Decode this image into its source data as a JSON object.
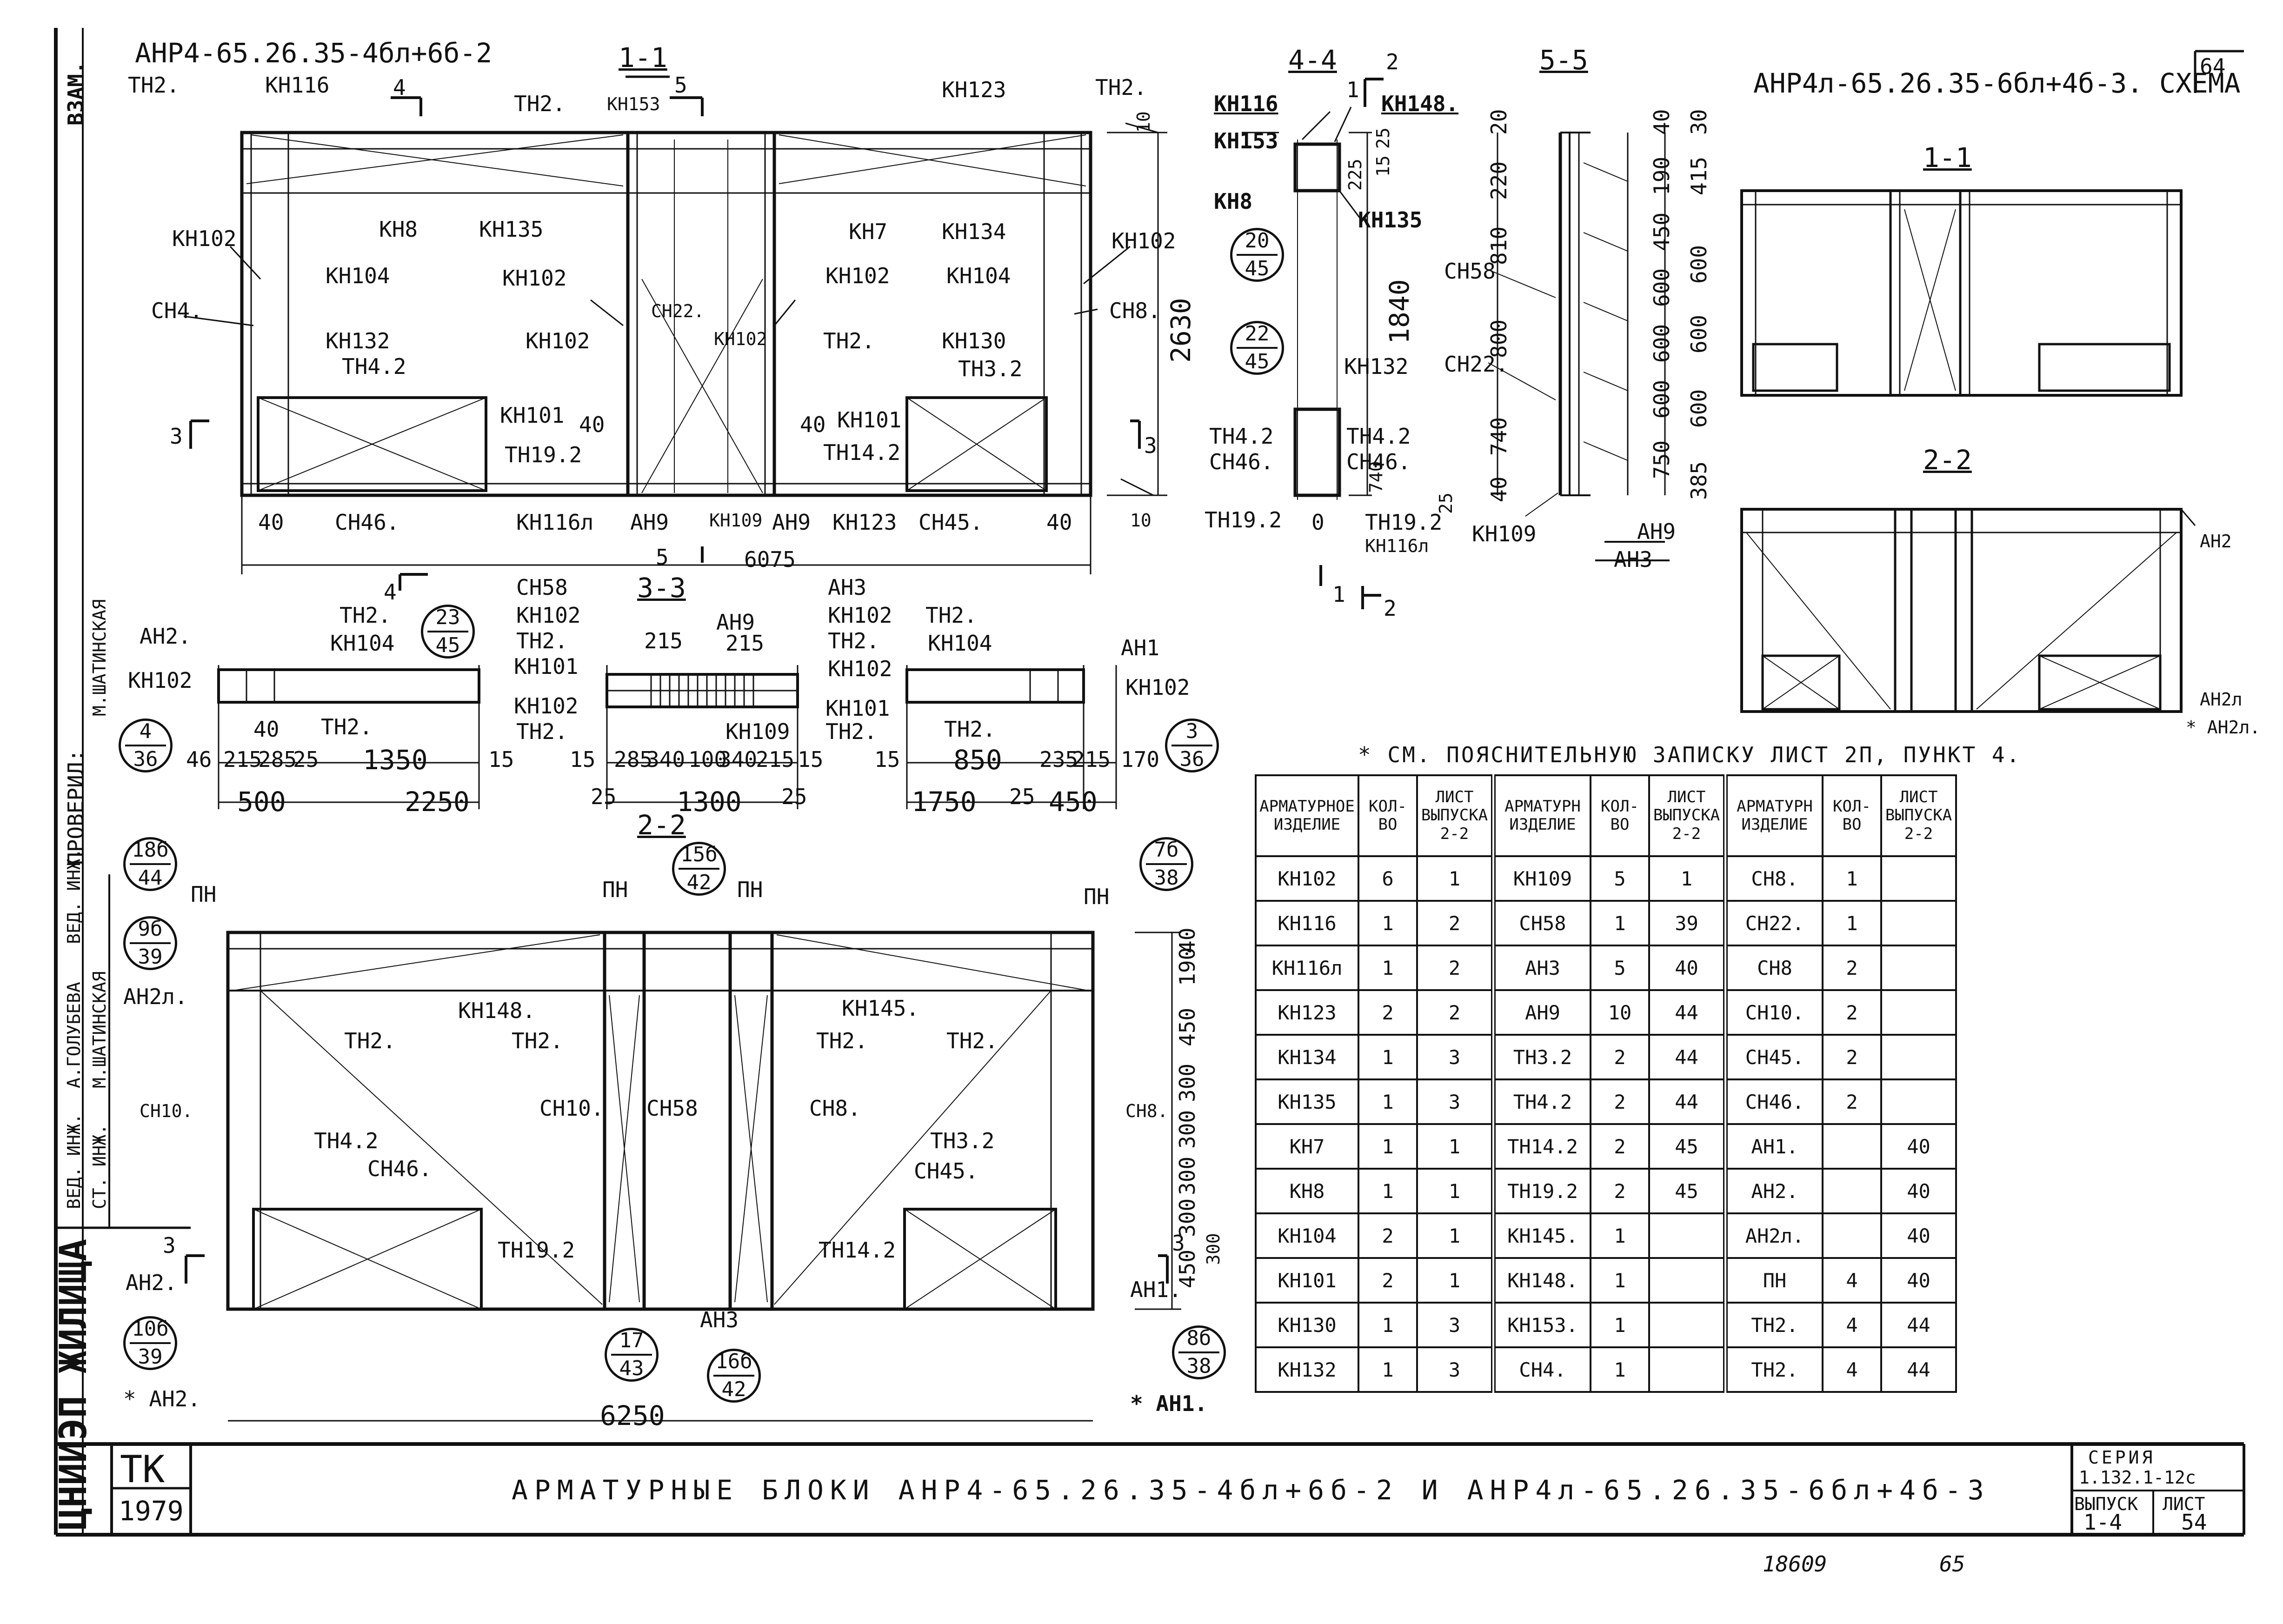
{
  "sheet_title": "АРМАТУРНЫЕ БЛОКИ АНР4-65.26.35-4бл+6б-2 И АНР4л-65.26.35-6бл+4б-3",
  "sheet_no_top": "64",
  "stamp": {
    "org": "ТК",
    "year": "1979",
    "org_vertical": "ЦНИИЭП ЖИЛИЩА",
    "series_label": "СЕРИЯ",
    "series": "1.132.1-12с",
    "issue_label": "ВЫПУСК",
    "issue": "1-4",
    "sheet_label": "ЛИСТ",
    "sheet": "54"
  },
  "side_labels": [
    "ВЗАМ.",
    "ПРОВЕРИЛ:",
    "М.ШАТИНСКАЯ",
    "ВЕД. ИНЖ.",
    "А.ГОЛУБЕВА",
    "М.ШАТИНСКАЯ",
    "ВЕД. ИНЖ.",
    "СТ. ИНЖ."
  ],
  "footer": {
    "left": "18609",
    "right": "65"
  },
  "views": {
    "block1_title": "АНР4-65.26.35-4бл+6б-2",
    "block2_title": "АНР4л-65.26.35-6бл+4б-3. СХЕМА",
    "sec11": "1-1",
    "sec22": "2-2",
    "sec33": "3-3",
    "sec44": "4-4",
    "sec55": "5-5",
    "sec11b": "1-1",
    "sec22b": "2-2",
    "sec22c": "2-2"
  },
  "note": "* СМ. ПОЯСНИТЕЛЬНУЮ ЗАПИСКУ ЛИСТ 2П, ПУНКТ 4.",
  "labels1": {
    "th2a": "ТН2.",
    "kn116": "КН116",
    "th2b": "ТН2.",
    "kn153": "КН153",
    "kn123": "КН123",
    "th2c": "ТН2.",
    "kn8": "КН8",
    "kn135": "КН135",
    "kn7": "КН7",
    "kn134": "КН134",
    "kn102a": "КН102",
    "kn104a": "КН104",
    "kn102b": "КН102",
    "kn102c": "КН102",
    "kn104b": "КН104",
    "kn102d": "КН102",
    "sn4": "СН4.",
    "sn22": "СН22.",
    "kn102e": "КН102",
    "sn8": "СН8.",
    "kn102f": "КН102",
    "kn132": "КН132",
    "th42": "ТН4.2",
    "th2d": "ТН2.",
    "kn130": "КН130",
    "th32": "ТН3.2",
    "kn101a": "КН101",
    "th192": "ТН19.2",
    "kn101b": "КН101",
    "th142": "ТН14.2",
    "sn46": "СН46.",
    "kn116l": "КН116л",
    "an9a": "АН9",
    "kn109": "КН109",
    "an9b": "АН9",
    "kn123b": "КН123",
    "sn45": "СН45.",
    "d40a": "40",
    "d40b": "40",
    "d40c": "40",
    "d40d": "40",
    "d40e": "40",
    "d10a": "10",
    "d10b": "10",
    "d6075": "6075",
    "d2630": "2630",
    "m5a": "5",
    "m5b": "5",
    "m4a": "4",
    "m4b": "4",
    "m3a": "3",
    "m3b": "3"
  },
  "labels44": {
    "kn116": "КН116",
    "kn148": "КН148.",
    "kn153": "КН153",
    "kn8": "КН8",
    "kn135": "КН135",
    "d225": "225",
    "d15": "15",
    "d25": "25",
    "d1840": "1840",
    "c1": "20",
    "c1b": "45",
    "c2": "22",
    "c2b": "45",
    "kn132": "КН132",
    "th42a": "ТН4.2",
    "th42b": "ТН4.2",
    "sn46a": "СН46.",
    "sn46b": "СН46.",
    "th192a": "ТН19.2",
    "th192b": "ТН19.2",
    "kn116l": "КН116л",
    "d740": "740",
    "d25b": "25",
    "d0": "0",
    "m1a": "1",
    "m2a": "2",
    "m1b": "1",
    "m2b": "2"
  },
  "labels55": {
    "d20": "20",
    "d220": "220",
    "d810": "810",
    "d800": "800",
    "d740": "740",
    "d40": "40",
    "r40": "40",
    "r190": "190",
    "r450": "450",
    "r600a": "600",
    "r600b": "600",
    "r600c": "600",
    "r750": "750",
    "rr30": "30",
    "rr415": "415",
    "rr600a": "600",
    "rr600b": "600",
    "rr600c": "600",
    "rr385": "385",
    "sn58": "СН58",
    "sn22": "СН22.",
    "kn109": "КН109",
    "an9": "АН9",
    "an3": "АН3"
  },
  "labels33": {
    "an2": "АН2.",
    "th2a": "ТН2.",
    "kn104a": "КН104",
    "kn102a": "КН102",
    "th2b": "ТН2.",
    "c23": "23",
    "c23b": "45",
    "c4": "4",
    "c4b": "36",
    "d46": "46",
    "d215a": "215",
    "d40": "40",
    "d285a": "285",
    "d25a": "25",
    "d1350": "1350",
    "d15a": "15",
    "d500": "500",
    "d2250": "2250",
    "sn58": "СН58",
    "kn102b": "КН102",
    "th2c": "ТН2.",
    "kn101a": "КН101",
    "kn102c": "КН102",
    "th2d": "ТН2.",
    "d215b": "215",
    "an9": "АН9",
    "d215c": "215",
    "an3": "АН3",
    "kn102d": "КН102",
    "th2e": "ТН2.",
    "kn102e": "КН102",
    "kn101b": "КН101",
    "th2f": "ТН2.",
    "kn109": "КН109",
    "d15b": "15",
    "d285b": "285",
    "d340a": "340",
    "d100": "100",
    "d340b": "340",
    "d215d": "215",
    "d15c": "15",
    "d25b": "25",
    "d1300": "1300",
    "d25c": "25",
    "th2g": "ТН2.",
    "kn104b": "КН104",
    "an1": "АН1",
    "kn102f": "КН102",
    "th2h": "ТН2.",
    "c3": "3",
    "c3b": "36",
    "d15d": "15",
    "d850": "850",
    "d235": "235",
    "d215e": "215",
    "d170": "170",
    "d1750": "1750",
    "d25d": "25",
    "d450": "450"
  },
  "labels2": {
    "c18": "18б",
    "c18b": "44",
    "pn1": "ПН",
    "c15": "15б",
    "c15b": "42",
    "pn2": "ПН",
    "pn3": "ПН",
    "pn4": "ПН",
    "c7": "7б",
    "c7b": "38",
    "c9": "9б",
    "c9b": "39",
    "an2l": "АН2л.",
    "kn148": "КН148.",
    "kn145": "КН145.",
    "th2a": "ТН2.",
    "th2b": "ТН2.",
    "th2c": "ТН2.",
    "th2d": "ТН2.",
    "sn10a": "СН10.",
    "sn10b": "СН10.",
    "sn58": "СН58",
    "sn8a": "СН8.",
    "sn8b": "СН8.",
    "th42": "ТН4.2",
    "sn46": "СН46.",
    "th32": "ТН3.2",
    "sn45": "СН45.",
    "th192": "ТН19.2",
    "th142": "ТН14.2",
    "m3a": "3",
    "m3b": "3",
    "an2": "АН2.",
    "an1": "АН1.",
    "c10": "10б",
    "c10b": "39",
    "c17": "17",
    "c17b": "43",
    "c16": "16б",
    "c16b": "42",
    "an3": "АН3",
    "c8": "8б",
    "c8b": "38",
    "an2s": "* АН2.",
    "an1s": "* АН1.",
    "d6250": "6250",
    "r40": "40",
    "r190": "190",
    "r450": "450",
    "r300a": "300",
    "r300b": "300",
    "r300c": "300",
    "r300d": "300",
    "r450b": "450",
    "r300e": "300"
  },
  "labels3": {
    "an2": "АН2",
    "an2l1": "АН2л",
    "an2l2": "* АН2л."
  },
  "table": {
    "headers": [
      "АРМАТУРНОЕ ИЗДЕЛИЕ",
      "КОЛ-ВО",
      "ЛИСТ ВЫПУСКА 2-2",
      "АРМАТУРН ИЗДЕЛИЕ",
      "КОЛ-ВО",
      "ЛИСТ ВЫПУСКА 2-2",
      "АРМАТУРН ИЗДЕЛИЕ",
      "КОЛ-ВО",
      "ЛИСТ ВЫПУСКА 2-2"
    ],
    "rows": [
      [
        "КН102",
        "6",
        "1",
        "КН109",
        "5",
        "1",
        "СН8.",
        "1",
        ""
      ],
      [
        "КН116",
        "1",
        "2",
        "СН58",
        "1",
        "39",
        "СН22.",
        "1",
        ""
      ],
      [
        "КН116л",
        "1",
        "2",
        "АН3",
        "5",
        "40",
        "СН8",
        "2",
        ""
      ],
      [
        "КН123",
        "2",
        "2",
        "АН9",
        "10",
        "44",
        "СН10.",
        "2",
        ""
      ],
      [
        "КН134",
        "1",
        "3",
        "ТН3.2",
        "2",
        "44",
        "СН45.",
        "2",
        ""
      ],
      [
        "КН135",
        "1",
        "3",
        "ТН4.2",
        "2",
        "44",
        "СН46.",
        "2",
        ""
      ],
      [
        "КН7",
        "1",
        "1",
        "ТН14.2",
        "2",
        "45",
        "АН1.",
        "",
        "40"
      ],
      [
        "КН8",
        "1",
        "1",
        "ТН19.2",
        "2",
        "45",
        "АН2.",
        "",
        "40"
      ],
      [
        "КН104",
        "2",
        "1",
        "КН145.",
        "1",
        "",
        "АН2л.",
        "",
        "40"
      ],
      [
        "КН101",
        "2",
        "1",
        "КН148.",
        "1",
        "",
        "ПН",
        "4",
        "40"
      ],
      [
        "КН130",
        "1",
        "3",
        "КН153.",
        "1",
        "",
        "ТН2.",
        "4",
        "44"
      ],
      [
        "КН132",
        "1",
        "3",
        "СН4.",
        "1",
        "",
        "ТН2.",
        "4",
        "44"
      ]
    ]
  }
}
